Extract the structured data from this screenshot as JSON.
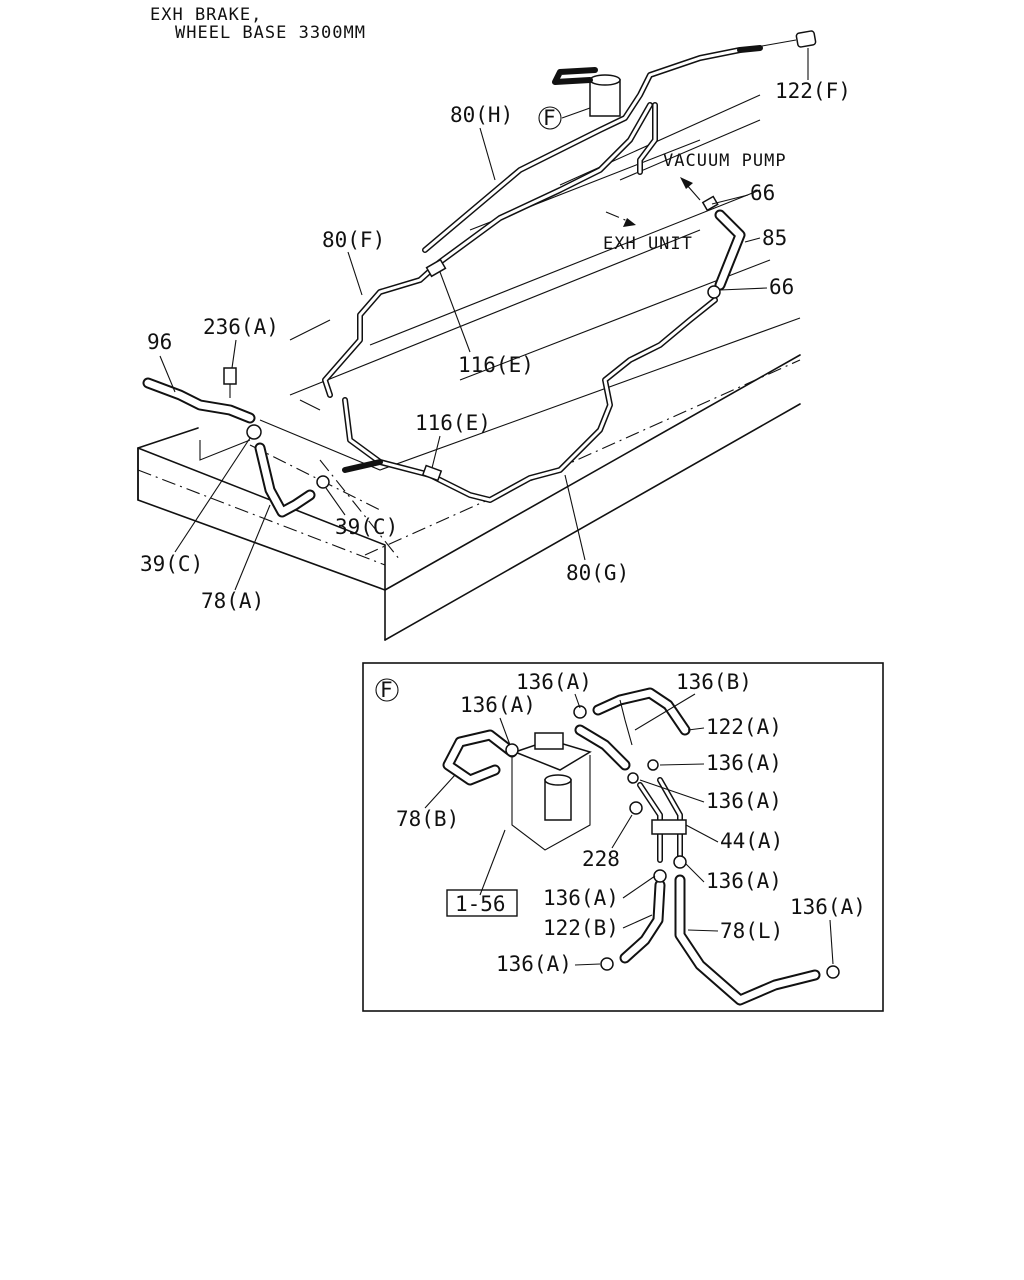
{
  "header": {
    "line1": "EXH BRAKE,",
    "line2": "WHEEL BASE 3300MM"
  },
  "labels": {
    "l122F": "122(F)",
    "l80H": "80(H)",
    "circleF": "F",
    "vacuumPump": "VACUUM PUMP",
    "l66a": "66",
    "l85": "85",
    "exhUnit": "EXH UNIT",
    "l66b": "66",
    "l80F": "80(F)",
    "l96": "96",
    "l236A": "236(A)",
    "l116Ea": "116(E)",
    "l116Eb": "116(E)",
    "l39Ca": "39(C)",
    "l39Cb": "39(C)",
    "l80G": "80(G)",
    "l78A": "78(A)"
  },
  "detail": {
    "circleF": "F",
    "l136Aa": "136(A)",
    "l136B": "136(B)",
    "l136Ab": "136(A)",
    "l122A": "122(A)",
    "l136Ac": "136(A)",
    "l78B": "78(B)",
    "l136Ad": "136(A)",
    "l44A": "44(A)",
    "l228": "228",
    "l136Ae": "136(A)",
    "l136Af": "136(A)",
    "l156": "1-56",
    "l122B": "122(B)",
    "l136Ag": "136(A)",
    "l78L": "78(L)",
    "l136Ah": "136(A)"
  }
}
